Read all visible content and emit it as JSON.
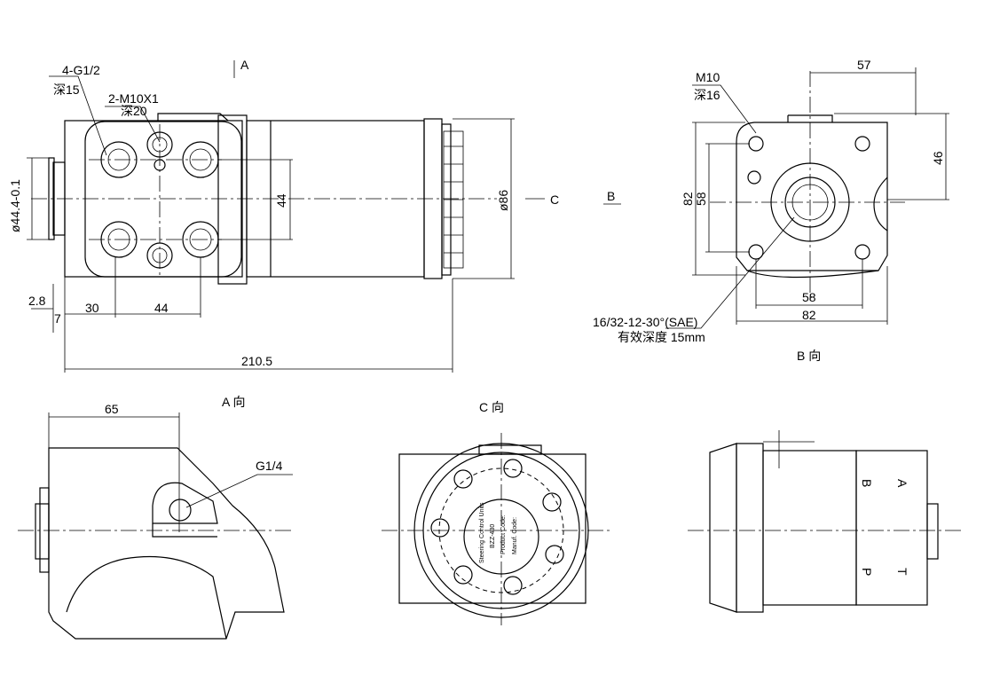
{
  "front_view": {
    "port_callout": "4-G1/2",
    "port_depth": "深15",
    "thread_callout": "2-M10X1",
    "thread_depth": "深20",
    "view_arrow_a": "A",
    "pilot_diameter": "ø44.4-0.1",
    "port_spacing_vertical": "44",
    "body_diameter": "ø86",
    "view_arrow_c": "C",
    "view_arrow_b": "B",
    "flange_thickness": "2.8",
    "pilot_length": "7",
    "port_offset": "30",
    "port_spacing_horizontal": "44",
    "overall_length": "210.5"
  },
  "b_view": {
    "mount_thread": "M10",
    "mount_depth": "深16",
    "dim_top": "57",
    "dim_right": "46",
    "dim_outer_vertical": "82",
    "dim_inner_vertical": "58",
    "dim_inner_horizontal": "58",
    "dim_outer_horizontal": "82",
    "spline_spec": "16/32-12-30°(SAE)",
    "spline_depth": "有效深度 15mm",
    "title": "B 向"
  },
  "a_view": {
    "title": "A 向",
    "dim_top": "65",
    "port_callout": "G1/4"
  },
  "c_view": {
    "title": "C 向",
    "nameplate": [
      "Steering Control Units",
      "BZZ-430",
      "Product Code:",
      "Manuf. Code:"
    ]
  },
  "side_view": {
    "port_labels": [
      "A",
      "B",
      "T",
      "P"
    ]
  }
}
